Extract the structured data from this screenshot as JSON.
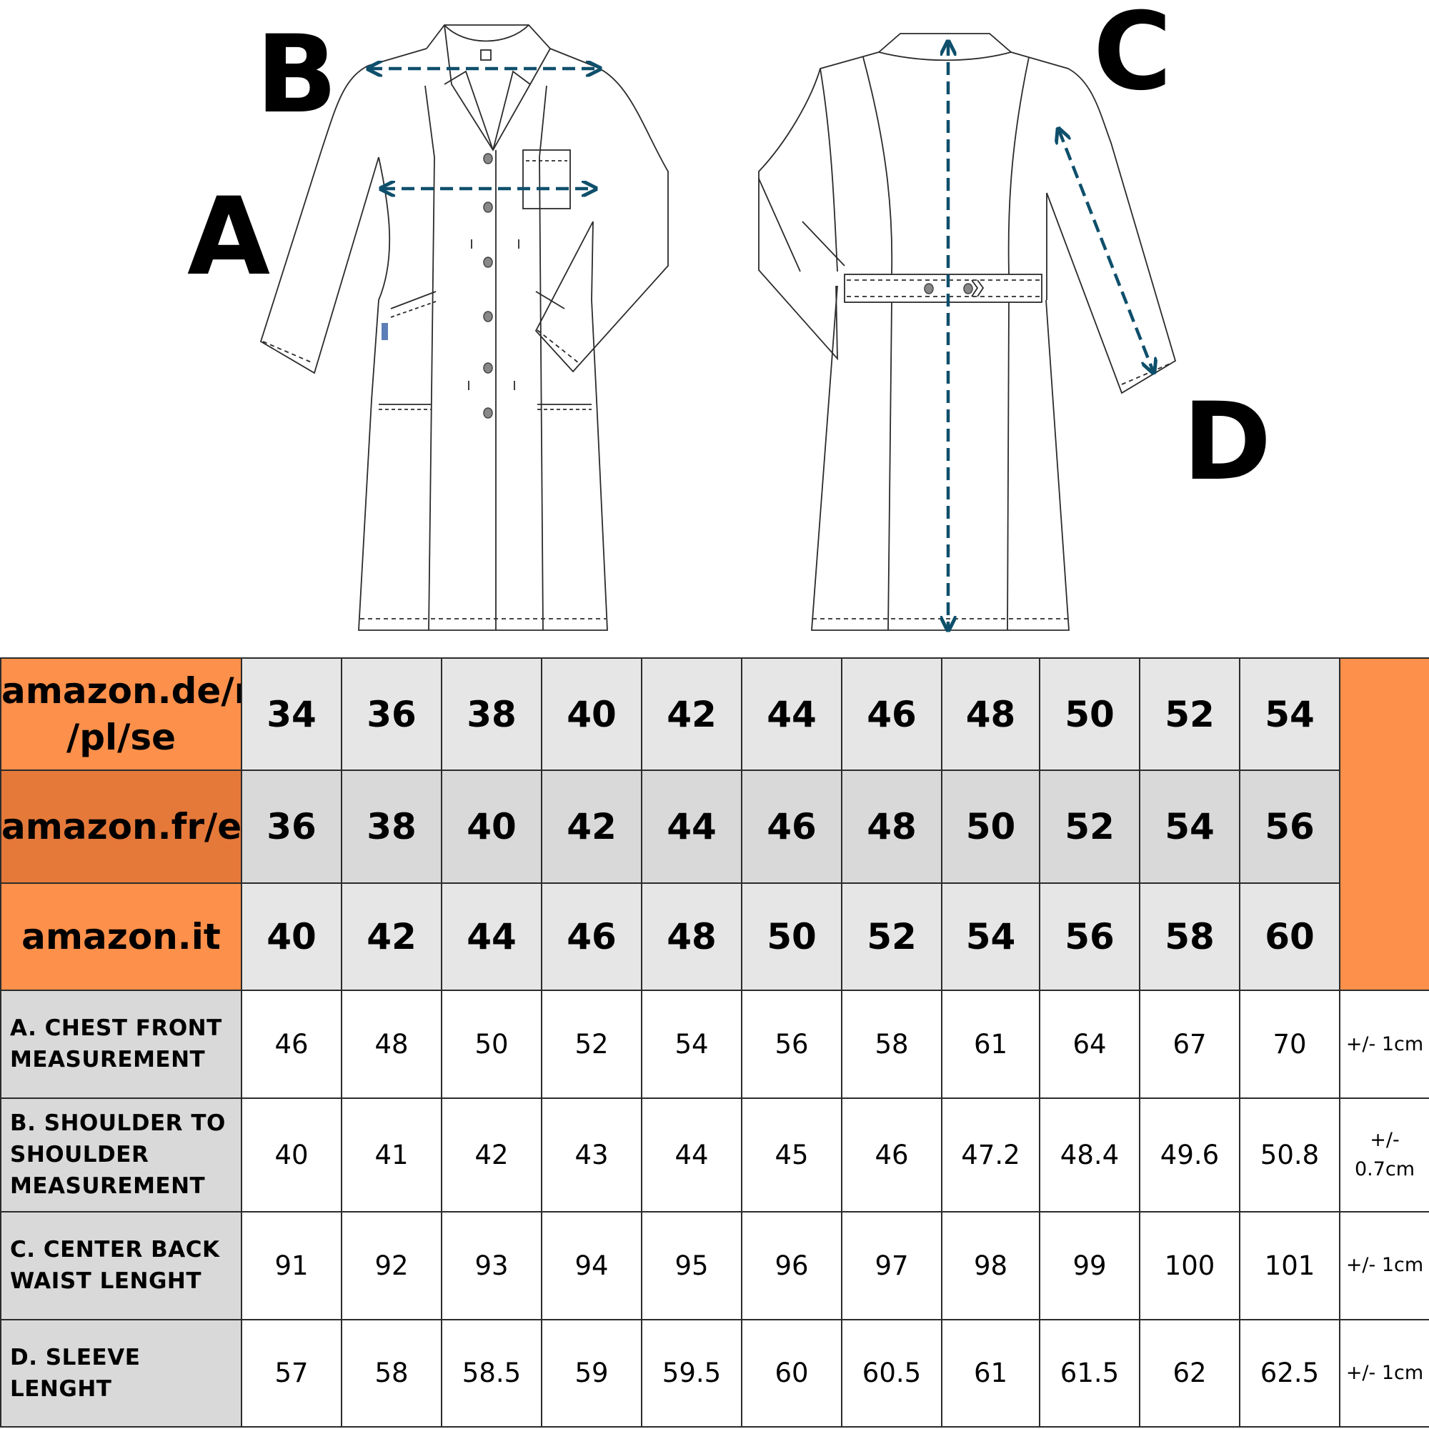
{
  "diagram": {
    "labels": {
      "a": "A",
      "b": "B",
      "c": "C",
      "d": "D"
    },
    "colors": {
      "arrow": "#0e4f6b",
      "outline": "#2b2b2b"
    }
  },
  "table": {
    "colors": {
      "orange": "#fd904b",
      "dark_orange": "#e5793a",
      "light_gray": "#e6e6e6",
      "mid_gray": "#d9d9d9"
    },
    "size_rows": [
      {
        "store": "amazon.de/nl\n/pl/se",
        "sizes": [
          "34",
          "36",
          "38",
          "40",
          "42",
          "44",
          "46",
          "48",
          "50",
          "52",
          "54"
        ]
      },
      {
        "store": "amazon.fr/es",
        "sizes": [
          "36",
          "38",
          "40",
          "42",
          "44",
          "46",
          "48",
          "50",
          "52",
          "54",
          "56"
        ]
      },
      {
        "store": "amazon.it",
        "sizes": [
          "40",
          "42",
          "44",
          "46",
          "48",
          "50",
          "52",
          "54",
          "56",
          "58",
          "60"
        ]
      }
    ],
    "measure_rows": [
      {
        "label": "A. CHEST FRONT\nMEASUREMENT",
        "values": [
          "46",
          "48",
          "50",
          "52",
          "54",
          "56",
          "58",
          "61",
          "64",
          "67",
          "70"
        ],
        "tolerance": "+/- 1cm"
      },
      {
        "label": "B. SHOULDER TO\nSHOULDER\nMEASUREMENT",
        "values": [
          "40",
          "41",
          "42",
          "43",
          "44",
          "45",
          "46",
          "47.2",
          "48.4",
          "49.6",
          "50.8"
        ],
        "tolerance": "+/-\n0.7cm"
      },
      {
        "label": "C. CENTER BACK\nWAIST LENGHT",
        "values": [
          "91",
          "92",
          "93",
          "94",
          "95",
          "96",
          "97",
          "98",
          "99",
          "100",
          "101"
        ],
        "tolerance": "+/- 1cm"
      },
      {
        "label": "D. SLEEVE LENGHT",
        "values": [
          "57",
          "58",
          "58.5",
          "59",
          "59.5",
          "60",
          "60.5",
          "61",
          "61.5",
          "62",
          "62.5"
        ],
        "tolerance": "+/- 1cm"
      }
    ]
  }
}
